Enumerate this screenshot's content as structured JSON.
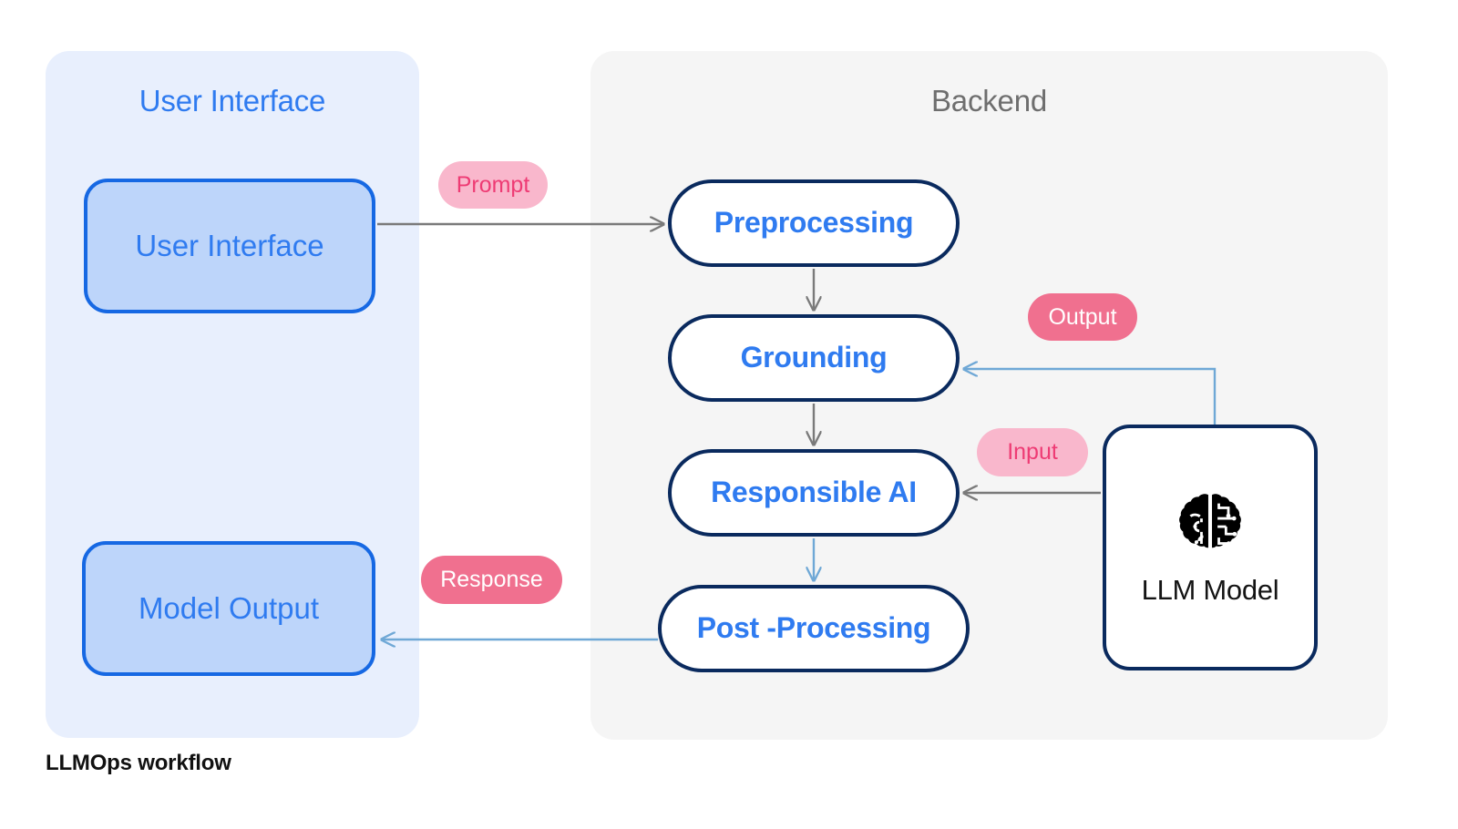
{
  "caption": "LLMOps workflow",
  "panels": [
    {
      "id": "user-interface",
      "title": "User Interface",
      "bg": "#E8EFFD",
      "title_color": "#2F7BF0"
    },
    {
      "id": "backend",
      "title": "Backend",
      "bg": "#F5F5F5",
      "title_color": "#6E6E6E"
    }
  ],
  "nodes": {
    "user_interface": "User Interface",
    "model_output": "Model Output",
    "preprocessing": "Preprocessing",
    "grounding": "Grounding",
    "responsible_ai": "Responsible AI",
    "post_processing": "Post -Processing",
    "llm_model": "LLM Model"
  },
  "node_icons": {
    "llm_model": "brain-icon"
  },
  "badges": {
    "prompt": "Prompt",
    "output": "Output",
    "input": "Input",
    "response": "Response"
  },
  "colors": {
    "accent_blue": "#2F7BF0",
    "node_border_blue": "#1668E3",
    "node_fill_blue": "#BDD5FA",
    "node_border_navy": "#0A2A5E",
    "badge_light_bg": "#F9B7CC",
    "badge_light_text": "#EE3B74",
    "badge_solid_bg": "#F0708F",
    "badge_solid_text": "#FFFFFF",
    "arrow_gray": "#7A7A7A",
    "arrow_blue": "#6FA8D6",
    "panel_ui_bg": "#E8EFFD",
    "panel_backend_bg": "#F5F5F5",
    "brain_icon": "#000000"
  },
  "edges": [
    {
      "from": "user_interface",
      "to": "preprocessing",
      "label": "Prompt",
      "color": "#7A7A7A"
    },
    {
      "from": "preprocessing",
      "to": "grounding",
      "label": "",
      "color": "#7A7A7A"
    },
    {
      "from": "grounding",
      "to": "responsible_ai",
      "label": "",
      "color": "#7A7A7A"
    },
    {
      "from": "responsible_ai",
      "to": "post_processing",
      "label": "",
      "color": "#6FA8D6"
    },
    {
      "from": "post_processing",
      "to": "model_output",
      "label": "Response",
      "color": "#6FA8D6"
    },
    {
      "from": "llm_model",
      "to": "grounding",
      "label": "Output",
      "color": "#6FA8D6"
    },
    {
      "from": "llm_model",
      "to": "responsible_ai",
      "label": "Input",
      "color": "#7A7A7A"
    }
  ]
}
